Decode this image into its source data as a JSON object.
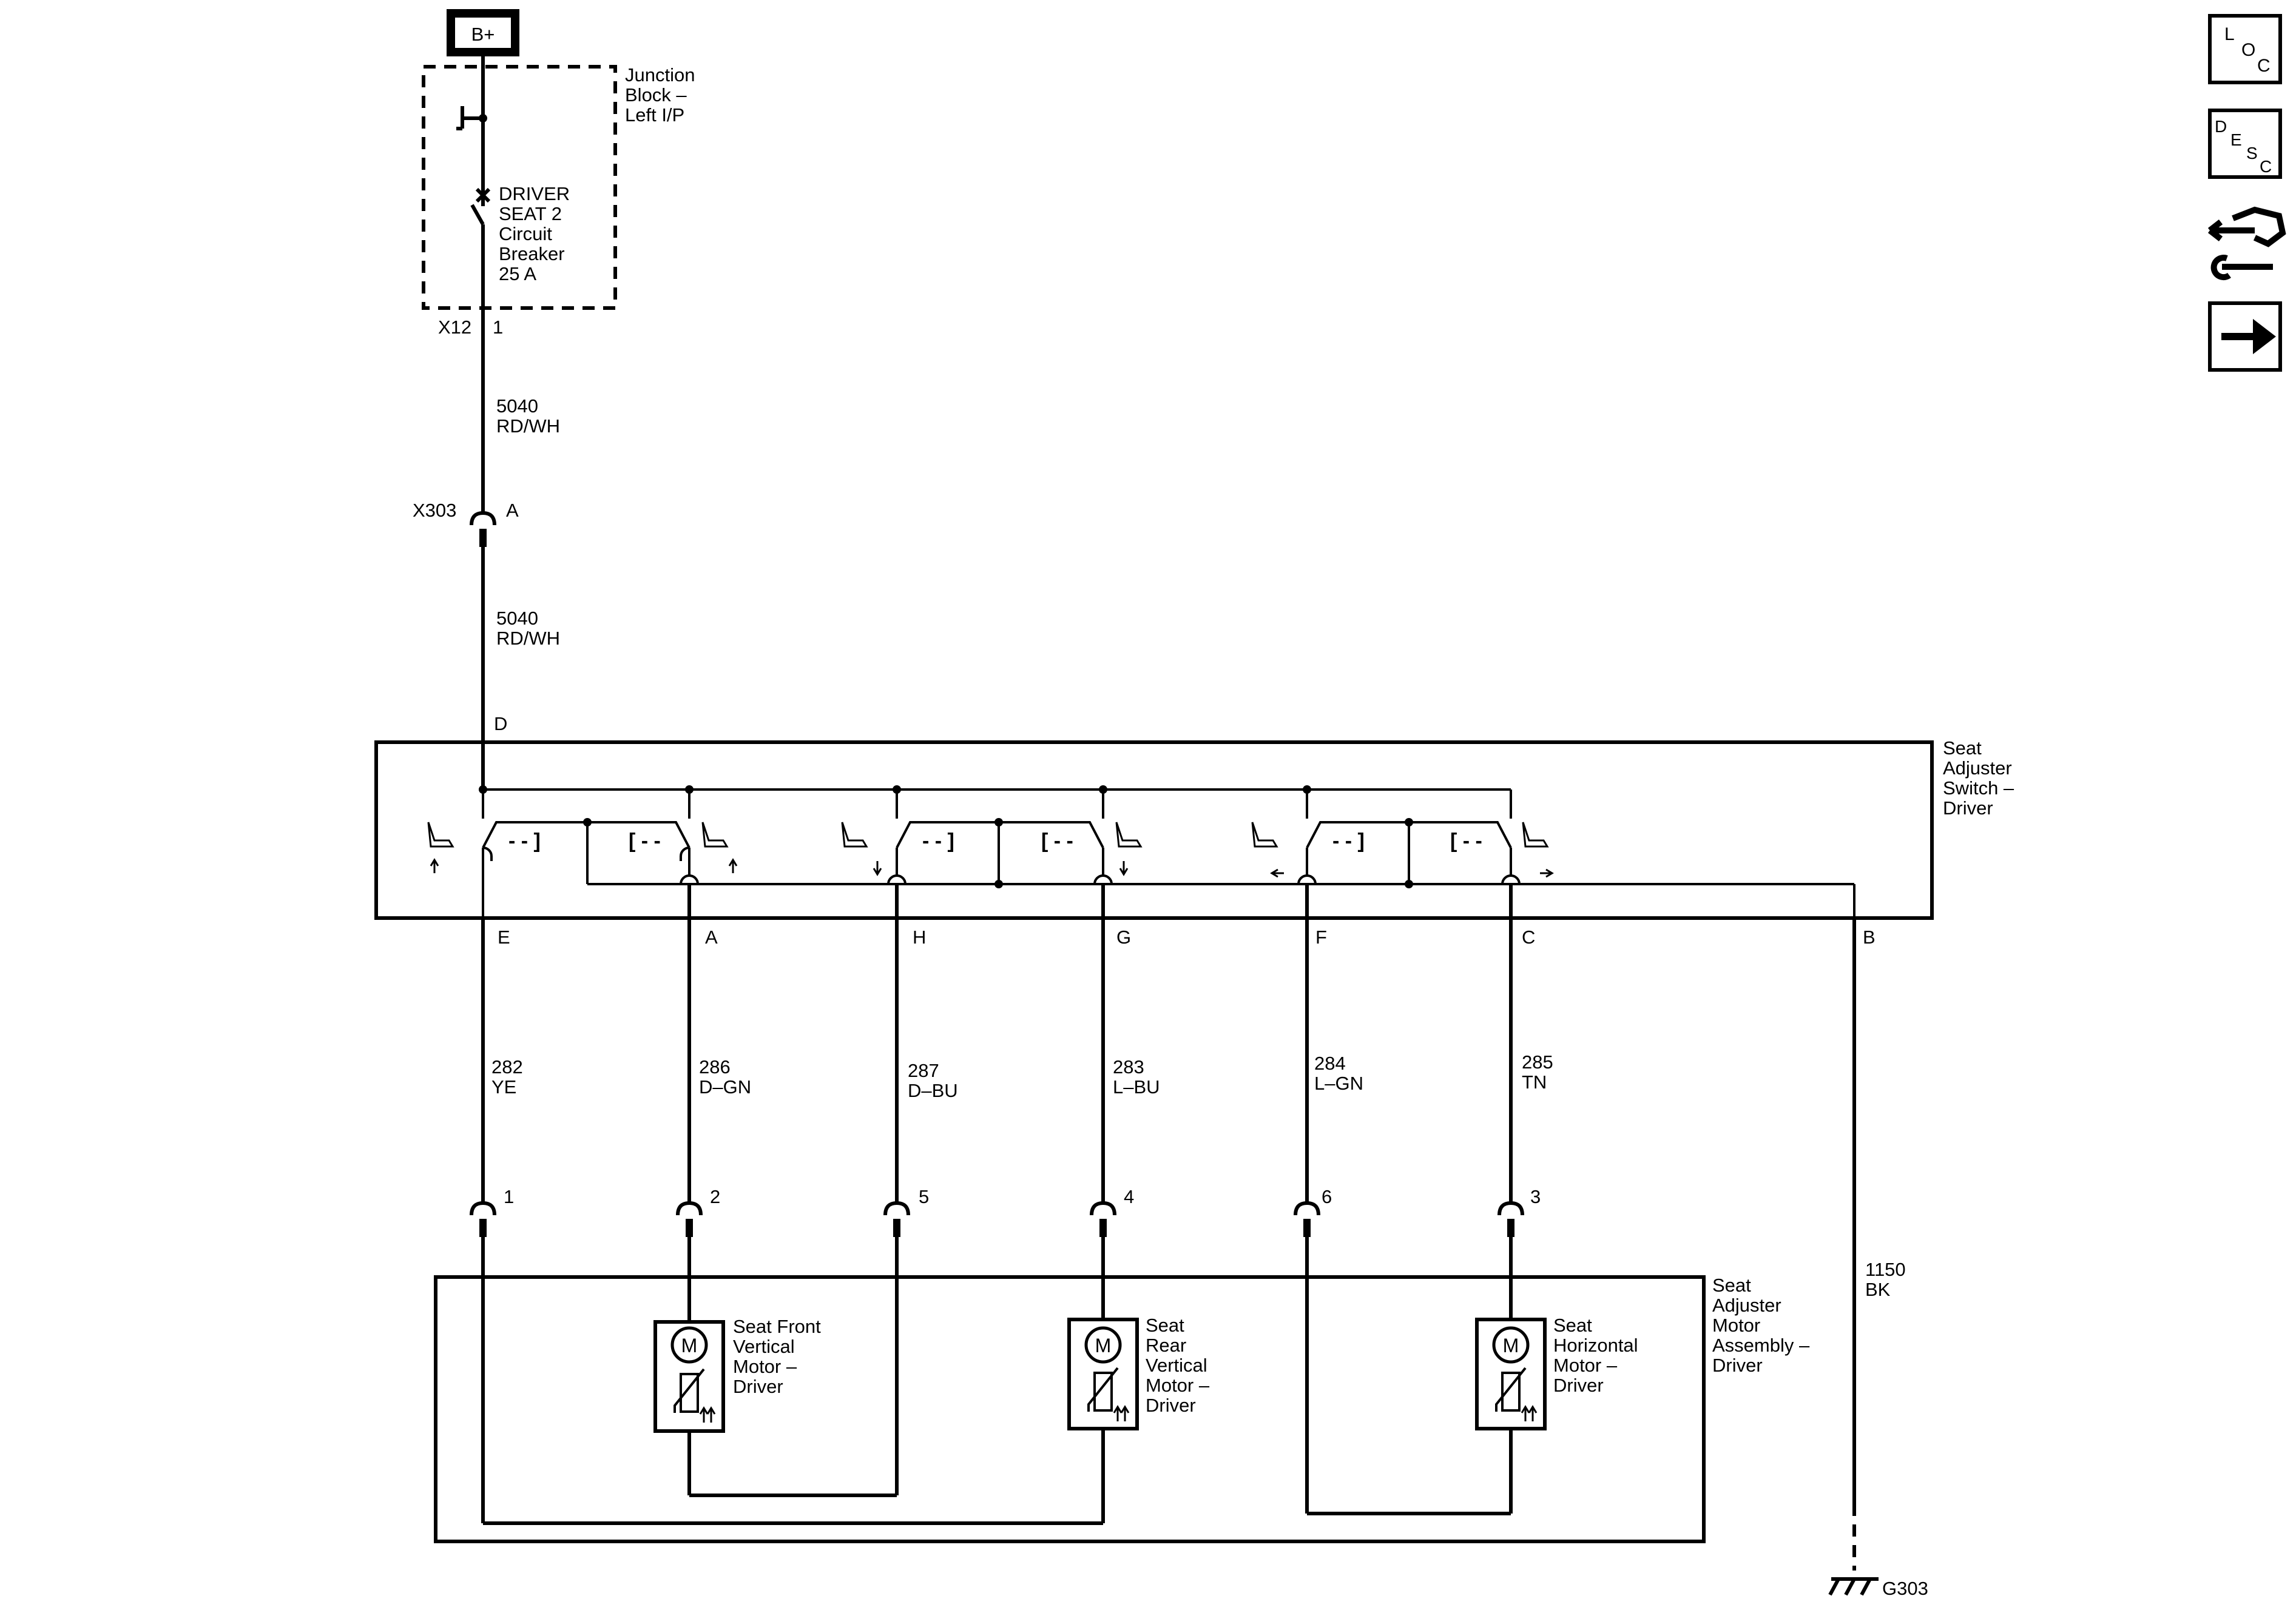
{
  "power": {
    "label": "B+"
  },
  "junction_block": {
    "name_lines": [
      "Junction",
      "Block –",
      "Left I/P"
    ]
  },
  "circuit_breaker": {
    "lines": [
      "DRIVER",
      "SEAT 2",
      "Circuit",
      "Breaker",
      "25 A"
    ]
  },
  "connector_x12": {
    "name": "X12",
    "pin": "1"
  },
  "wire_5040_upper": {
    "circuit": "5040",
    "color": "RD/WH"
  },
  "connector_x303": {
    "name": "X303",
    "pin": "A"
  },
  "wire_5040_lower": {
    "circuit": "5040",
    "color": "RD/WH"
  },
  "switch": {
    "name_lines": [
      "Seat",
      "Adjuster",
      "Switch –",
      "Driver"
    ],
    "feed_pin": "D",
    "ground_pin": "B"
  },
  "circuits": [
    {
      "pin": "E",
      "circuit": "282",
      "color": "YE",
      "motor_pin": "1"
    },
    {
      "pin": "A",
      "circuit": "286",
      "color": "D–GN",
      "motor_pin": "2"
    },
    {
      "pin": "H",
      "circuit": "287",
      "color": "D–BU",
      "motor_pin": "5"
    },
    {
      "pin": "G",
      "circuit": "283",
      "color": "L–BU",
      "motor_pin": "4"
    },
    {
      "pin": "F",
      "circuit": "284",
      "color": "L–GN",
      "motor_pin": "6"
    },
    {
      "pin": "C",
      "circuit": "285",
      "color": "TN",
      "motor_pin": "3"
    }
  ],
  "ground_wire": {
    "circuit": "1150",
    "color": "BK"
  },
  "ground": {
    "name": "G303"
  },
  "motor_assembly": {
    "name_lines": [
      "Seat",
      "Adjuster",
      "Motor",
      "Assembly –",
      "Driver"
    ]
  },
  "motors": [
    {
      "symbol": "M",
      "name_lines": [
        "Seat Front",
        "Vertical",
        "Motor –",
        "Driver"
      ]
    },
    {
      "symbol": "M",
      "name_lines": [
        "Seat",
        "Rear",
        "Vertical",
        "Motor –",
        "Driver"
      ]
    },
    {
      "symbol": "M",
      "name_lines": [
        "Seat",
        "Horizontal",
        "Motor –",
        "Driver"
      ]
    }
  ],
  "nav": {
    "loc": [
      "L",
      "O",
      "C"
    ],
    "desc": [
      "D",
      "E",
      "S",
      "C"
    ],
    "icons": [
      "connector-repair-icon",
      "next-arrow-icon"
    ]
  }
}
